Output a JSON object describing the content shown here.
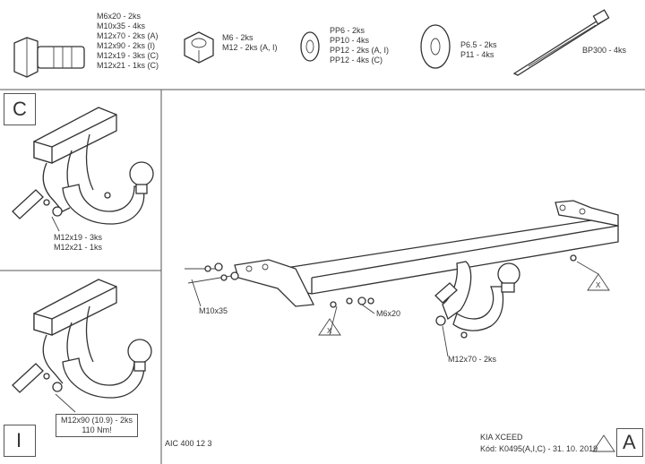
{
  "parts": {
    "bolt_list": [
      "M6x20 - 2ks",
      "M10x35 - 4ks",
      "M12x70 - 2ks (A)",
      "M12x90 - 2ks (I)",
      "M12x19 - 3ks (C)",
      "M12x21 - 1ks (C)"
    ],
    "nut_list": [
      "M6 - 2ks",
      "M12 - 2ks (A, I)"
    ],
    "washer_list": [
      "PP6 - 2ks",
      "PP10 - 4ks",
      "PP12 - 2ks (A, I)",
      "PP12 - 4ks (C)"
    ],
    "big_washer_list": [
      "P6.5 - 2ks",
      "P11 - 4ks"
    ],
    "tie_list": [
      "BP300 - 4ks"
    ]
  },
  "panels": {
    "c_letter": "C",
    "i_letter": "I",
    "a_letter": "A",
    "c_labels": [
      "M12x19 - 3ks",
      "M12x21 - 1ks"
    ],
    "i_torque": [
      "M12x90 (10.9) - 2ks",
      "110 Nm!"
    ]
  },
  "main": {
    "label_m10x35": "M10x35",
    "label_m6x20": "M6x20",
    "label_m12x70": "M12x70 - 2ks",
    "x_mark": "X"
  },
  "footer": {
    "code": "AIC 400 12 3",
    "model": "KIA XCEED",
    "kod": "Kód: K0495(A,I,C) - 31. 10. 2019"
  }
}
